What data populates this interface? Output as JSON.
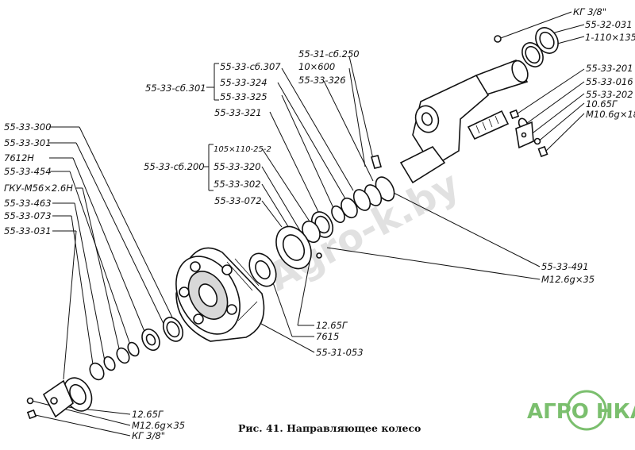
{
  "labels": {
    "kg38_top": "КГ 3/8\"",
    "p553203": "55-32-031",
    "seal_top": "1-110×135",
    "p553201": "55-33-201",
    "p553016": "55-33-016",
    "p553202": "55-33-202",
    "w1065": "10.65Г",
    "m10": "M10.6g×18",
    "asm250": "55-31-сб.250",
    "pin10": "10×600",
    "p553326": "55-33-326",
    "asm307": "55-33-сб.307",
    "p553324": "55-33-324",
    "asm301": "55-33-сб.301",
    "p553325": "55-33-325",
    "p553321": "55-33-321",
    "seal105": "105×110-25-2",
    "asm200": "55-33-сб.200",
    "p553320": "55-33-320",
    "p553302": "55-33-302",
    "p553072": "55-33-072",
    "p553300": "55-33-300",
    "p553301": "55-33-301",
    "b7612": "7612Н",
    "p553454": "55-33-454",
    "gku": "ГКУ-М56×2.6Н",
    "p553463": "55-33-463",
    "p553073": "55-33-073",
    "p553031": "55-33-031",
    "p553491": "55-33-491",
    "m12r": "M12.6g×35",
    "w1265m": "12.65Г",
    "b7615": "7615",
    "p5531053": "55-31-053",
    "w1265b": "12.65Г",
    "m12b": "M12.6g×35",
    "kg38_b": "КГ 3/8\""
  },
  "caption": "Рис. 41. Направляющее колесо",
  "watermark": "Agro-k.by",
  "logo": "АГРО НКА",
  "colors": {
    "logo": "#7bbf6e",
    "ink": "#111111",
    "watermark": "#c9c9c9"
  }
}
